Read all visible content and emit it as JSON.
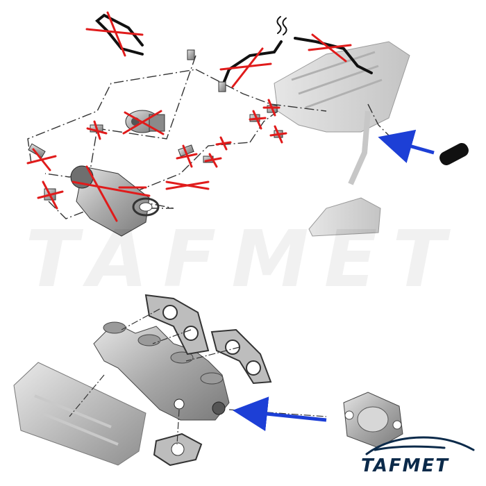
{
  "watermark": {
    "text": "TAFMET"
  },
  "logo": {
    "text": "TAFMET"
  },
  "colors": {
    "removed_mark": "#e01b1b",
    "arrow": "#1d3fd6",
    "line_art": "#2b2b2b",
    "cylinder_head": "#d8d8d8",
    "part_metal": "#b9b9b9",
    "blanking_plug": "#111111",
    "logo_blue": "#0b2a4a"
  },
  "sections": {
    "top": {
      "description_icons": [
        "egr-hose-icon",
        "egr-valve-icon",
        "egr-cooler-icon",
        "cylinder-head-icon",
        "blanking-plug-icon"
      ],
      "removed_count": 16
    },
    "bottom": {
      "description_icons": [
        "exhaust-manifold-icon",
        "manifold-gasket-icon",
        "heat-shield-icon",
        "egr-blanking-plate-icon"
      ]
    }
  }
}
